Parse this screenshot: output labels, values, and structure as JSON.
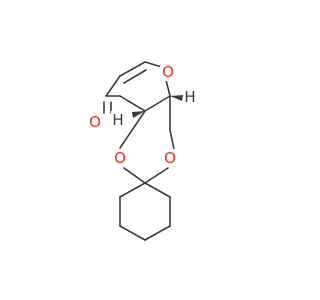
{
  "molecule": {
    "atoms": [
      {
        "id": "o_carbonyl",
        "symbol": "O",
        "color": "#ff2a1a"
      },
      {
        "id": "o_pyran",
        "symbol": "O",
        "color": "#ff2a1a"
      },
      {
        "id": "o_dioxane_left",
        "symbol": "O",
        "color": "#ff2a1a"
      },
      {
        "id": "o_dioxane_right",
        "symbol": "O",
        "color": "#ff2a1a"
      },
      {
        "id": "h_upper",
        "symbol": "H",
        "color": "#3a3a3a"
      },
      {
        "id": "h_lower",
        "symbol": "H",
        "color": "#3a3a3a"
      }
    ],
    "bond_color": "#3a3a3a"
  }
}
